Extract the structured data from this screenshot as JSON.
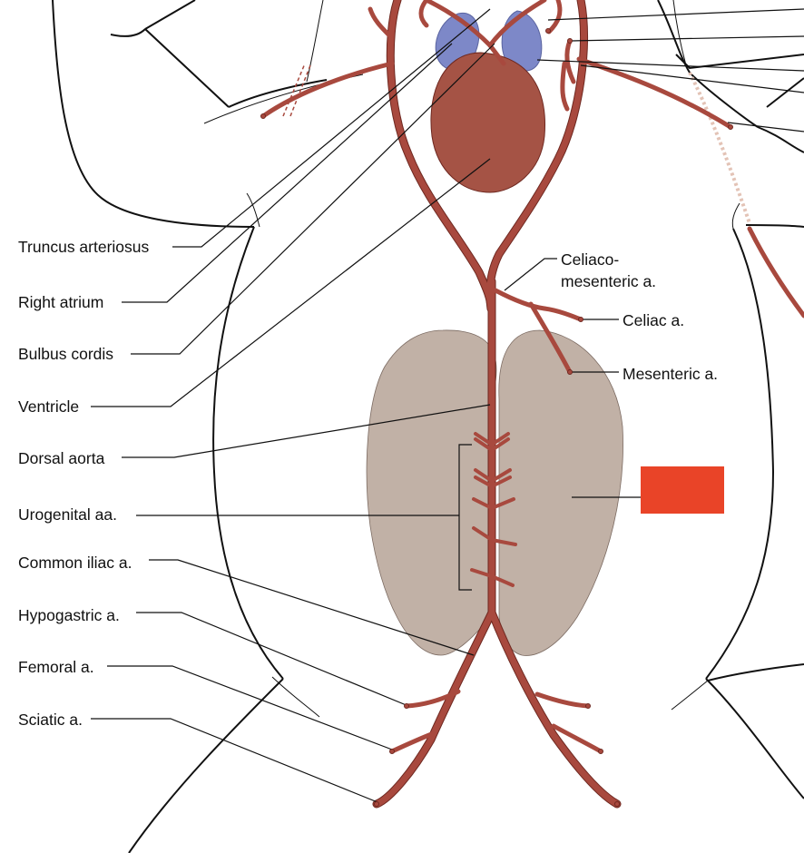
{
  "colors": {
    "artery": "#a8493e",
    "artery_outline": "#6e2820",
    "heart": "#a55345",
    "atria": "#7d88c8",
    "kidney": "#c1b1a6",
    "outline": "#111111",
    "leader": "#111111",
    "highlight_box": "#e94428",
    "faded_vessel": "#e3c3b6"
  },
  "labels": {
    "truncus_arteriosus": "Truncus arteriosus",
    "right_atrium": "Right atrium",
    "bulbus_cordis": "Bulbus cordis",
    "ventricle": "Ventricle",
    "dorsal_aorta": "Dorsal aorta",
    "urogenital_aa": "Urogenital aa.",
    "common_iliac_a": "Common iliac a.",
    "hypogastric_a": "Hypogastric a.",
    "femoral_a": "Femoral a.",
    "sciatic_a": "Sciatic a.",
    "celiacomesenteric_line1": "Celiaco-",
    "celiacomesenteric_line2": "mesenteric a.",
    "celiac_a": "Celiac a.",
    "mesenteric_a": "Mesenteric a."
  },
  "hidden_label": {
    "structure": "kidney",
    "shown_as": "red-box"
  }
}
